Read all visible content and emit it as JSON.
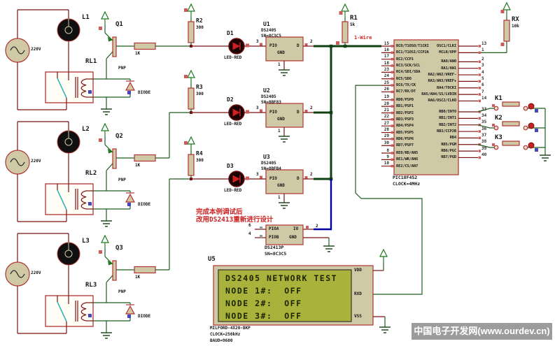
{
  "watermark_text": "中国电子开发网(www.ourdev.cn)",
  "note_lines": [
    "完成本例调试后",
    "改用DS2413重新进行设计"
  ],
  "bus_label": "1-Wire",
  "blocks": [
    {
      "lamp": "L1",
      "transistor": "Q1",
      "relay": "RL1",
      "source_voltage": "220V",
      "base_resistor": "1K",
      "transistor_type": "PNP",
      "diode": "DIODE"
    },
    {
      "lamp": "L2",
      "transistor": "Q2",
      "relay": "RL2",
      "source_voltage": "220V",
      "base_resistor": "1K",
      "transistor_type": "PNP",
      "diode": "DIODE"
    },
    {
      "lamp": "L3",
      "transistor": "Q3",
      "relay": "RL3",
      "source_voltage": "220V",
      "base_resistor": "1K",
      "transistor_type": "PNP",
      "diode": "DIODE"
    }
  ],
  "nodes": [
    {
      "resistor": "R2",
      "resistor_value": "300",
      "led": "D1",
      "led_type": "LED-RED",
      "chip": "U1",
      "chip_type": "DS2405",
      "serial": "SN=8C3C5",
      "pin_pio": "PIO",
      "pin_d": "D",
      "pin_gnd": "GND",
      "pin_num_pio": "3",
      "pin_num_d": "2",
      "pin_num_gnd": "1"
    },
    {
      "resistor": "R3",
      "resistor_value": "300",
      "led": "D2",
      "led_type": "LED-RED",
      "chip": "U2",
      "chip_type": "DS2405",
      "serial": "SN=8BF83",
      "pin_pio": "PIO",
      "pin_d": "D",
      "pin_gnd": "GND",
      "pin_num_pio": "3",
      "pin_num_d": "2",
      "pin_num_gnd": "1"
    },
    {
      "resistor": "R4",
      "resistor_value": "300",
      "led": "D3",
      "led_type": "LED-RED",
      "chip": "U3",
      "chip_type": "DS2405",
      "serial": "SN=8BFB4",
      "pin_pio": "PIO",
      "pin_d": "D",
      "pin_gnd": "GND",
      "pin_num_pio": "3",
      "pin_num_d": "2",
      "pin_num_gnd": "1"
    }
  ],
  "bus_pullup": {
    "ref": "R1",
    "value": "5k"
  },
  "mclr_pullup": {
    "ref": "RX",
    "value": "10k"
  },
  "expander": {
    "ref": "DS2413P",
    "serial": "SN=8C3C5",
    "pin_pioa": "PIOA",
    "pin_piob": "PIOB",
    "pin_io": "IO",
    "pin_gnd": "GND",
    "num_pioa": "6",
    "num_piob": "4",
    "num_io": "2"
  },
  "mcu": {
    "part": "PIC18F452",
    "clock": "CLOCK=4MHz",
    "left_pin_groups": [
      [
        [
          "15",
          "RC0/T1OSO/T1CKI"
        ],
        [
          "16",
          "RC1/T1OSI/CCP2A"
        ],
        [
          "17",
          "RC2/CCP1"
        ],
        [
          "18",
          "RC3/SCK/SCL"
        ],
        [
          "23",
          "RC4/SDI/SDA"
        ],
        [
          "24",
          "RC5/SDO"
        ],
        [
          "25",
          "RC6/TX/CK"
        ],
        [
          "26",
          "RC7/RX/DT"
        ]
      ],
      [
        [
          "19",
          "RD0/PSP0"
        ],
        [
          "20",
          "RD1/PSP1"
        ],
        [
          "21",
          "RD2/PSP2"
        ],
        [
          "22",
          "RD3/PSP3"
        ],
        [
          "27",
          "RD4/PSP4"
        ],
        [
          "28",
          "RD5/PSP5"
        ],
        [
          "29",
          "RD6/PSP6"
        ],
        [
          "30",
          "RD7/PSP7"
        ]
      ],
      [
        [
          "8",
          "RE0/RD/AN5"
        ],
        [
          "9",
          "RE1/WR/AN6"
        ],
        [
          "10",
          "RE2/CS/AN7"
        ]
      ]
    ],
    "right_pin_groups": [
      [
        [
          "13",
          "OSC1/CLKI"
        ],
        [
          "1",
          "MCLR/VPP"
        ]
      ],
      [
        [
          "2",
          "RA0/AN0"
        ],
        [
          "3",
          "RA1/AN1"
        ],
        [
          "4",
          "RA2/AN2/VREF-"
        ],
        [
          "5",
          "RA3/AN3/VREF+"
        ],
        [
          "6",
          "RA4/T0CKI"
        ],
        [
          "7",
          "RA5/AN4/SS/LVDIN"
        ],
        [
          "14",
          "RA6/OSC2/CLKO"
        ]
      ],
      [
        [
          "33",
          "RB0/INT0"
        ],
        [
          "34",
          "RB1/INT1"
        ],
        [
          "35",
          "RB2/INT2"
        ],
        [
          "36",
          "RB3/CCP2B"
        ],
        [
          "37",
          "RB4"
        ],
        [
          "38",
          "RB5/PGM"
        ],
        [
          "39",
          "RB6/PGC"
        ],
        [
          "40",
          "RB7/PGD"
        ]
      ]
    ]
  },
  "buttons": [
    {
      "ref": "K1"
    },
    {
      "ref": "K2"
    },
    {
      "ref": "K3"
    }
  ],
  "lcd": {
    "ref": "U5",
    "lines": [
      "DS2405 NETWORK TEST",
      "NODE 1#:  OFF",
      "NODE 2#:  OFF",
      "NODE 3#:  OFF"
    ],
    "pin_vdd": "VDD",
    "pin_rxd": "RXD",
    "pin_vss": "VSS",
    "notes": [
      "MILFORD-4X20-BKP",
      "CLOCK=250kHz",
      "BAUD=9600"
    ]
  },
  "colors": {
    "wire_red": "#7a1212",
    "wire_green": "#1e5e1e",
    "bus_green": "#123f12",
    "wire_blue": "#0000a0",
    "component_red": "#b03434",
    "body_tan": "#cfc9a6",
    "cyan": "#2ab5b5",
    "power_green": "#1e7a1e",
    "probe_red": "#cd5b5b",
    "probe_blue": "#4747bd",
    "lcd_screen": "#a9b33c",
    "note_red": "#cc2222",
    "watermark_bg": "#9c9c9c"
  }
}
